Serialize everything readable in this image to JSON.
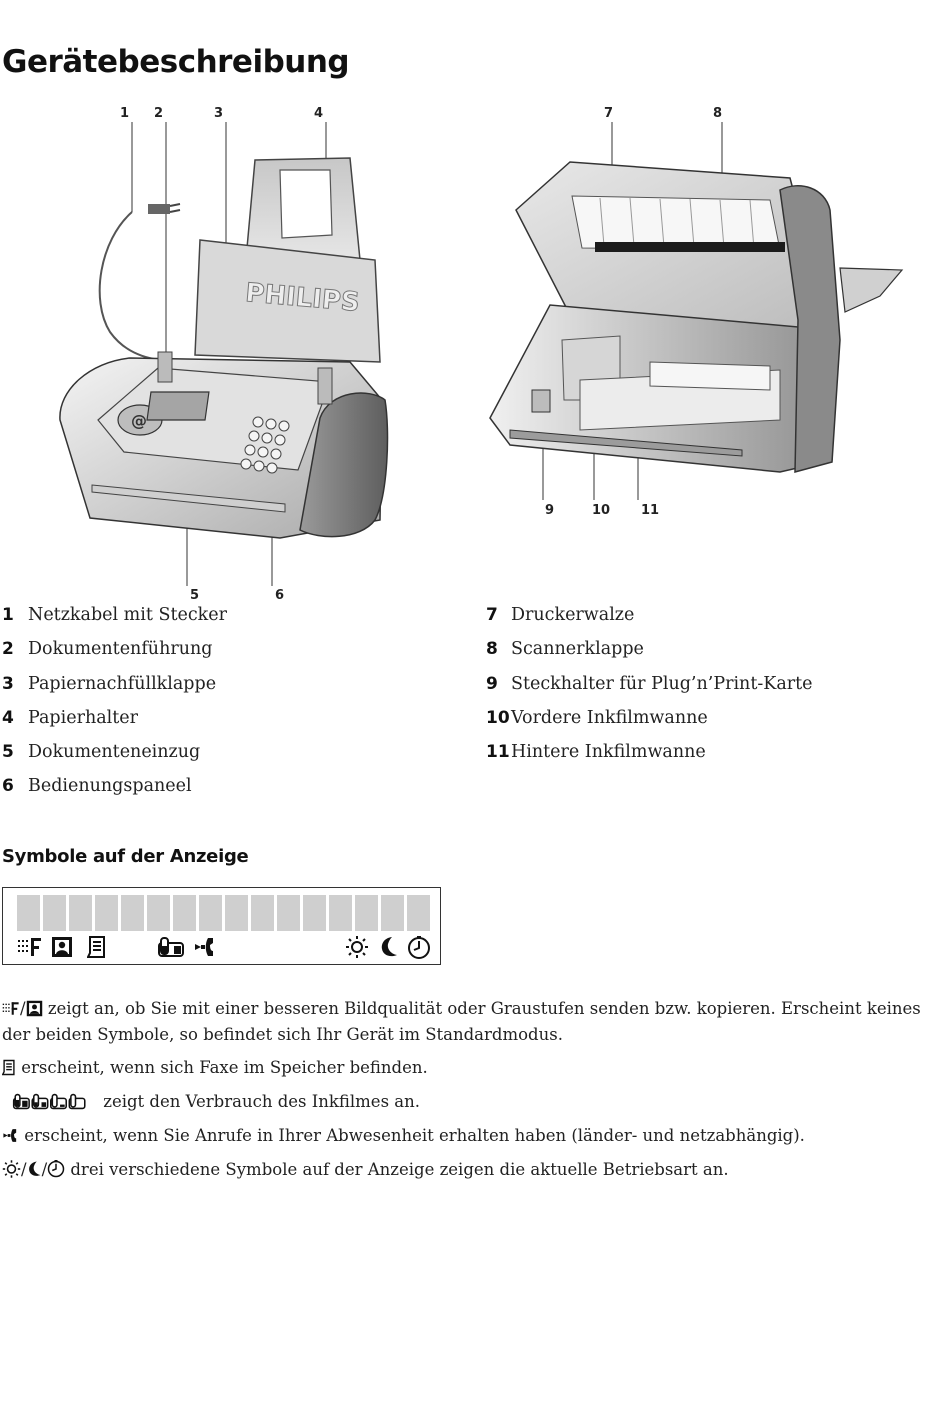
{
  "page": {
    "title": "Gerätebeschreibung"
  },
  "figure_left": {
    "callouts": [
      "1",
      "2",
      "3",
      "4",
      "5",
      "6"
    ],
    "brand_logo": "PHILIPS"
  },
  "figure_right": {
    "callouts": [
      "7",
      "8",
      "9",
      "10",
      "11"
    ]
  },
  "legend": {
    "left": [
      {
        "num": "1",
        "label": "Netzkabel mit Stecker"
      },
      {
        "num": "2",
        "label": "Dokumentenführung"
      },
      {
        "num": "3",
        "label": "Papiernachfüllklappe"
      },
      {
        "num": "4",
        "label": "Papierhalter"
      },
      {
        "num": "5",
        "label": "Dokumenteneinzug"
      },
      {
        "num": "6",
        "label": "Bedienungspaneel"
      }
    ],
    "right": [
      {
        "num": "7",
        "label": "Druckerwalze"
      },
      {
        "num": "8",
        "label": "Scannerklappe"
      },
      {
        "num": "9",
        "label": "Steckhalter für Plug’n’Print-Karte"
      },
      {
        "num": "10",
        "label": "Vordere Inkfilmwanne"
      },
      {
        "num": "11",
        "label": "Hintere Inkfilmwanne"
      }
    ]
  },
  "symbols": {
    "heading": "Symbole auf der Anzeige",
    "lcd": {
      "cell_count": 16,
      "icons": [
        "fine-resolution-icon",
        "photo-icon",
        "fax-memory-icon",
        "ink-film-icon",
        "missed-call-icon",
        "sun-icon",
        "moon-icon",
        "clock-icon"
      ]
    },
    "descriptions": {
      "quality": "zeigt an, ob Sie mit einer besseren Bildqualität oder Graustufen senden bzw. kopieren. Erscheint keines der beiden Symbole, so befindet sich Ihr Gerät im Standardmodus.",
      "memory": "erscheint, wenn sich Faxe im Speicher befinden.",
      "inkfilm": "zeigt den Verbrauch des Inkfilmes an.",
      "calls": "erscheint, wenn Sie Anrufe in Ihrer Abwesenheit erhalten haben (länder- und netzabhängig).",
      "mode": "drei verschiedene Symbole auf der Anzeige zeigen die aktuelle Betriebsart an."
    },
    "separator": "/"
  }
}
